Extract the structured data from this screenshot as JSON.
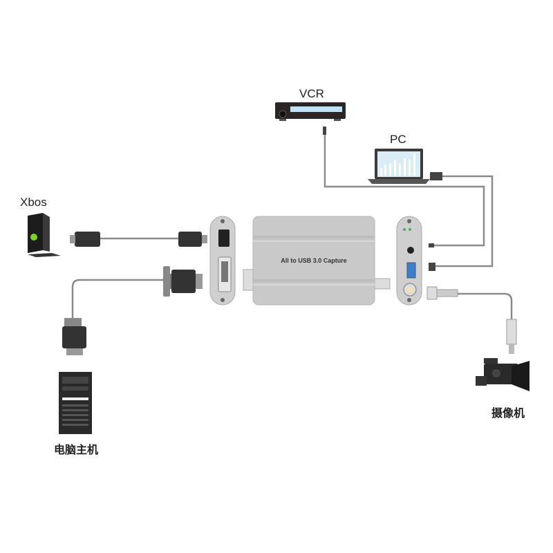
{
  "labels": {
    "vcr": "VCR",
    "pc": "PC",
    "xbox": "Xbos",
    "desktop": "电脑主机",
    "camcorder": "摄像机"
  },
  "device": {
    "name": "All to USB 3.0 Capture"
  },
  "colors": {
    "cable": "#8a8a8a",
    "device_body": "#c9c9c9",
    "usb_blue": "#3a7fd0",
    "led_green": "#4caf50"
  }
}
